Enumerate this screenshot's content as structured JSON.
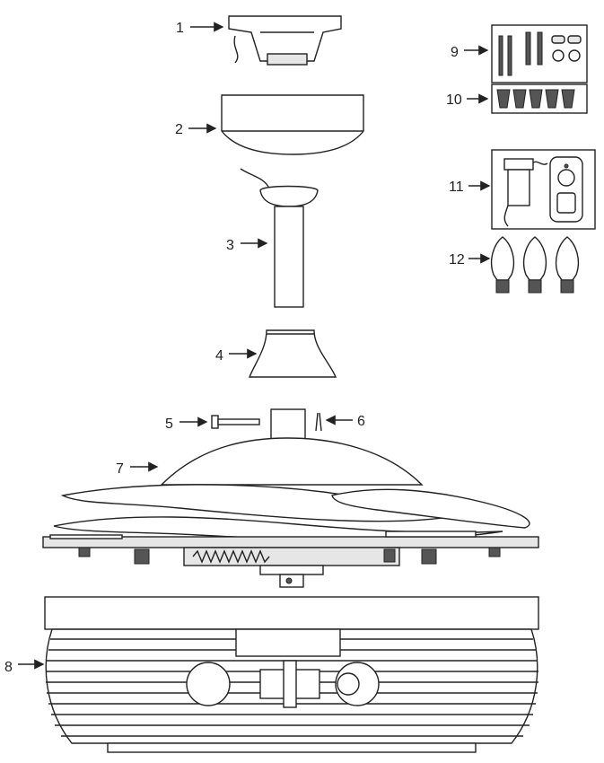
{
  "parts": [
    {
      "id": "part-1",
      "label": "1"
    },
    {
      "id": "part-2",
      "label": "2"
    },
    {
      "id": "part-3",
      "label": "3"
    },
    {
      "id": "part-4",
      "label": "4"
    },
    {
      "id": "part-5",
      "label": "5"
    },
    {
      "id": "part-6",
      "label": "6"
    },
    {
      "id": "part-7",
      "label": "7"
    },
    {
      "id": "part-8",
      "label": "8"
    },
    {
      "id": "part-9",
      "label": "9"
    },
    {
      "id": "part-10",
      "label": "10"
    },
    {
      "id": "part-11",
      "label": "11"
    },
    {
      "id": "part-12",
      "label": "12"
    }
  ],
  "colors": {
    "line": "#222222",
    "shade": "#e6e6e6",
    "dark": "#555555",
    "background": "#ffffff"
  }
}
